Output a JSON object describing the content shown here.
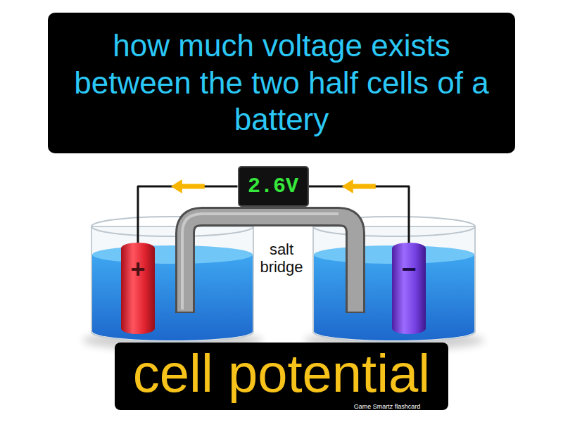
{
  "diagram": {
    "title": "cell potential",
    "caption": "how much voltage exists between the two half cells of a battery",
    "nodes": [
      {
        "text": [
          "2.6V"
        ]
      },
      {
        "text": [
          "+"
        ]
      },
      {
        "text": [
          "−"
        ]
      }
    ],
    "edges": [
      {
        "from": 2,
        "to": 0,
        "arrow": "to"
      },
      {
        "from": 0,
        "to": 1,
        "arrow": "to"
      }
    ],
    "labels": [
      "salt bridge",
      "Game Smartz flashcard"
    ]
  }
}
